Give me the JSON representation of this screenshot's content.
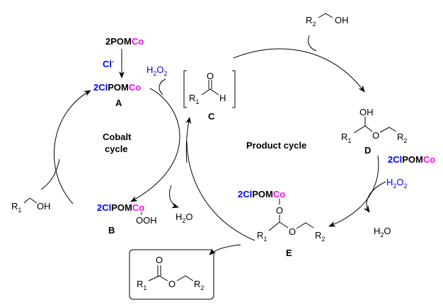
{
  "colors": {
    "ligand": "#0000ff",
    "cobalt": "#ff00ff",
    "text": "#000000"
  },
  "reagents": {
    "pom_prefix": "2POM",
    "co": "Co",
    "cl_ion": "Cl",
    "cl_charge": "-",
    "cl2": "2Cl",
    "pom": "POM",
    "h": "H",
    "two": "2",
    "o": "O",
    "oh": "OH",
    "ooh": "OOH",
    "r": "R",
    "one": "1"
  },
  "labels": {
    "A": "A",
    "B": "B",
    "C": "C",
    "D": "D",
    "E": "E",
    "cobalt_cycle_line1": "Cobalt",
    "cobalt_cycle_line2": "cycle",
    "product_cycle": "Product cycle"
  }
}
